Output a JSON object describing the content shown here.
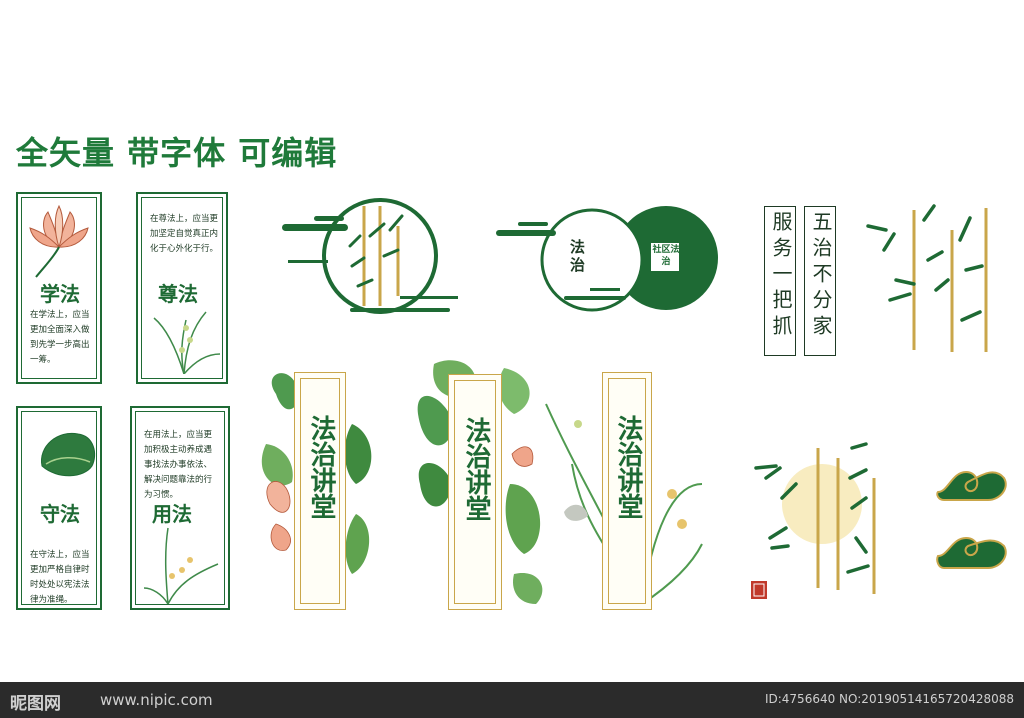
{
  "headline": "全矢量 带字体 可编辑",
  "cards": [
    {
      "label": "学法",
      "text": "在学法上，应当更加全面深入做到先学一步高出一筹。"
    },
    {
      "label": "尊法",
      "text": "在尊法上，应当更加坚定自觉真正内化于心外化于行。"
    },
    {
      "label": "守法",
      "text": "在守法上，应当更加严格自律时时处处以宪法法律为准绳。"
    },
    {
      "label": "用法",
      "text": "在用法上，应当更加积极主动养成遇事找法办事依法、解决问题靠法的行为习惯。"
    }
  ],
  "circle_badge": {
    "small_text": "法治",
    "seal_text": "社区法治"
  },
  "slogans": {
    "right_column": "五治不分家",
    "left_column": "服务一把抓"
  },
  "banners": [
    "法治讲堂",
    "法治讲堂",
    "法治讲堂"
  ],
  "watermark": {
    "logo": "昵图网",
    "url": "www.nipic.com",
    "id": "ID:4756640 NO:20190514165720428088"
  },
  "colors": {
    "primary_green": "#1e6a34",
    "gold": "#c9a64a",
    "moon": "#f8ecc0",
    "lotus": "#efa58a"
  }
}
